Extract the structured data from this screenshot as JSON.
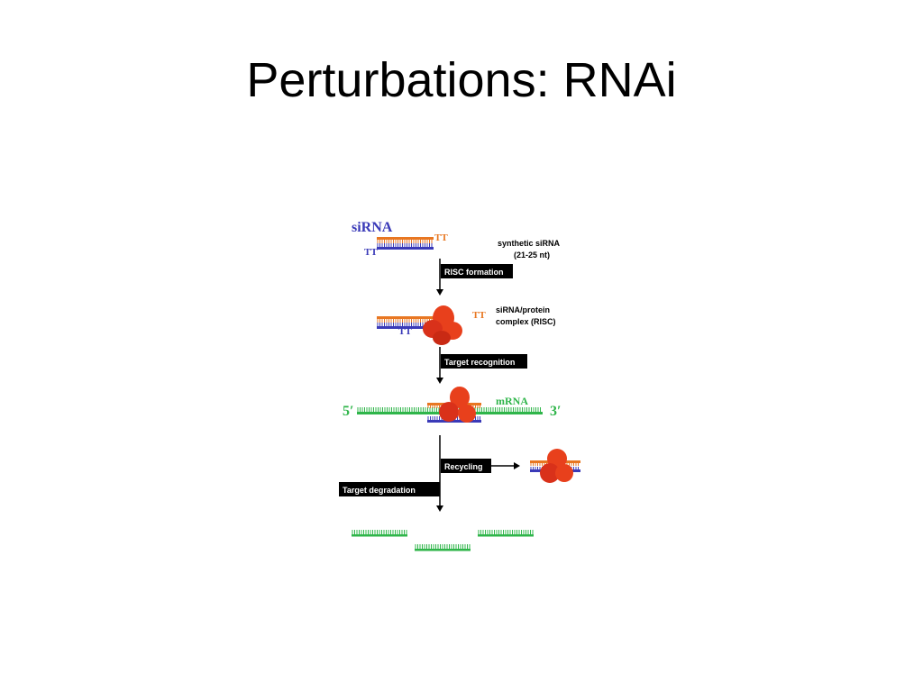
{
  "slide": {
    "title": "Perturbations: RNAi"
  },
  "diagram": {
    "sirna_label": "siRNA",
    "overhang_top": "TT",
    "overhang_bottom": "TT",
    "synthetic_line1": "synthetic siRNA",
    "synthetic_line2": "(21-25 nt)",
    "step_risc_formation": "RISC formation",
    "complex_line1": "siRNA/protein",
    "complex_line2": "complex (RISC)",
    "step_target_recognition": "Target recognition",
    "mrna_label": "mRNA",
    "five_prime": "5′",
    "three_prime": "3′",
    "step_recycling": "Recycling",
    "step_target_degradation": "Target degradation"
  },
  "colors": {
    "sense_strand": "#e87722",
    "antisense_strand": "#3a3ab8",
    "mrna": "#2fb54a",
    "risc_protein": "#e8401c",
    "step_box": "#000000",
    "sirna_label": "#3a3ab8",
    "overhang": "#e87722"
  }
}
